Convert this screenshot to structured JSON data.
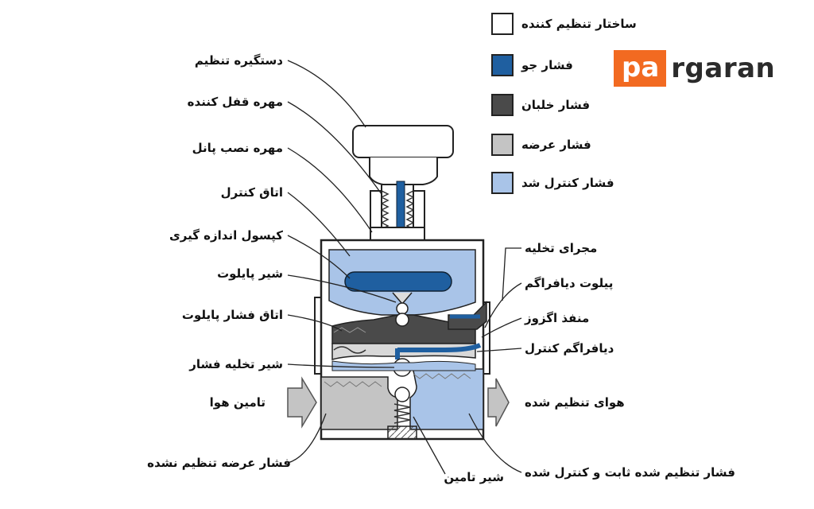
{
  "legend": [
    {
      "label": "ساختار تنظیم کننده",
      "color": "#ffffff"
    },
    {
      "label": "فشار جو",
      "color": "#1f5fa0"
    },
    {
      "label": "فشار خلبان",
      "color": "#4a4a4a"
    },
    {
      "label": "فشار عرضه",
      "color": "#c4c4c4"
    },
    {
      "label": "فشار کنترل شد",
      "color": "#a9c4e8"
    }
  ],
  "logo": {
    "part1": "pa",
    "part2": "rgaran",
    "accent": "#f26a21"
  },
  "labels_left": {
    "handle": "دستگیره تنظیم",
    "lock_nut": "مهره قفل کننده",
    "panel_nut": "مهره نصب پانل",
    "control_chamber": "اتاق کنترل",
    "capsule": "کپسول اندازه گیری",
    "pilot_valve": "شیر پایلوت",
    "pilot_chamber": "اتاق فشار پایلوت",
    "relief_valve": "شیر تخلیه فشار",
    "air_supply": "تامین هوا",
    "unregulated": "فشار عرضه تنظیم نشده"
  },
  "labels_right": {
    "exhaust_path": "مجرای تخلیه",
    "pilot_diaphragm": "پیلوت دیافراگم",
    "exhaust_port": "منفذ اگزوز",
    "control_diaphragm": "دیافراگم کنترل",
    "regulated_air": "هوای تنظیم شده",
    "regulated_pressure": "فشار تنظیم شده ثابت و کنترل شده"
  },
  "labels_bottom": {
    "supply_valve": "شیر تامین"
  }
}
